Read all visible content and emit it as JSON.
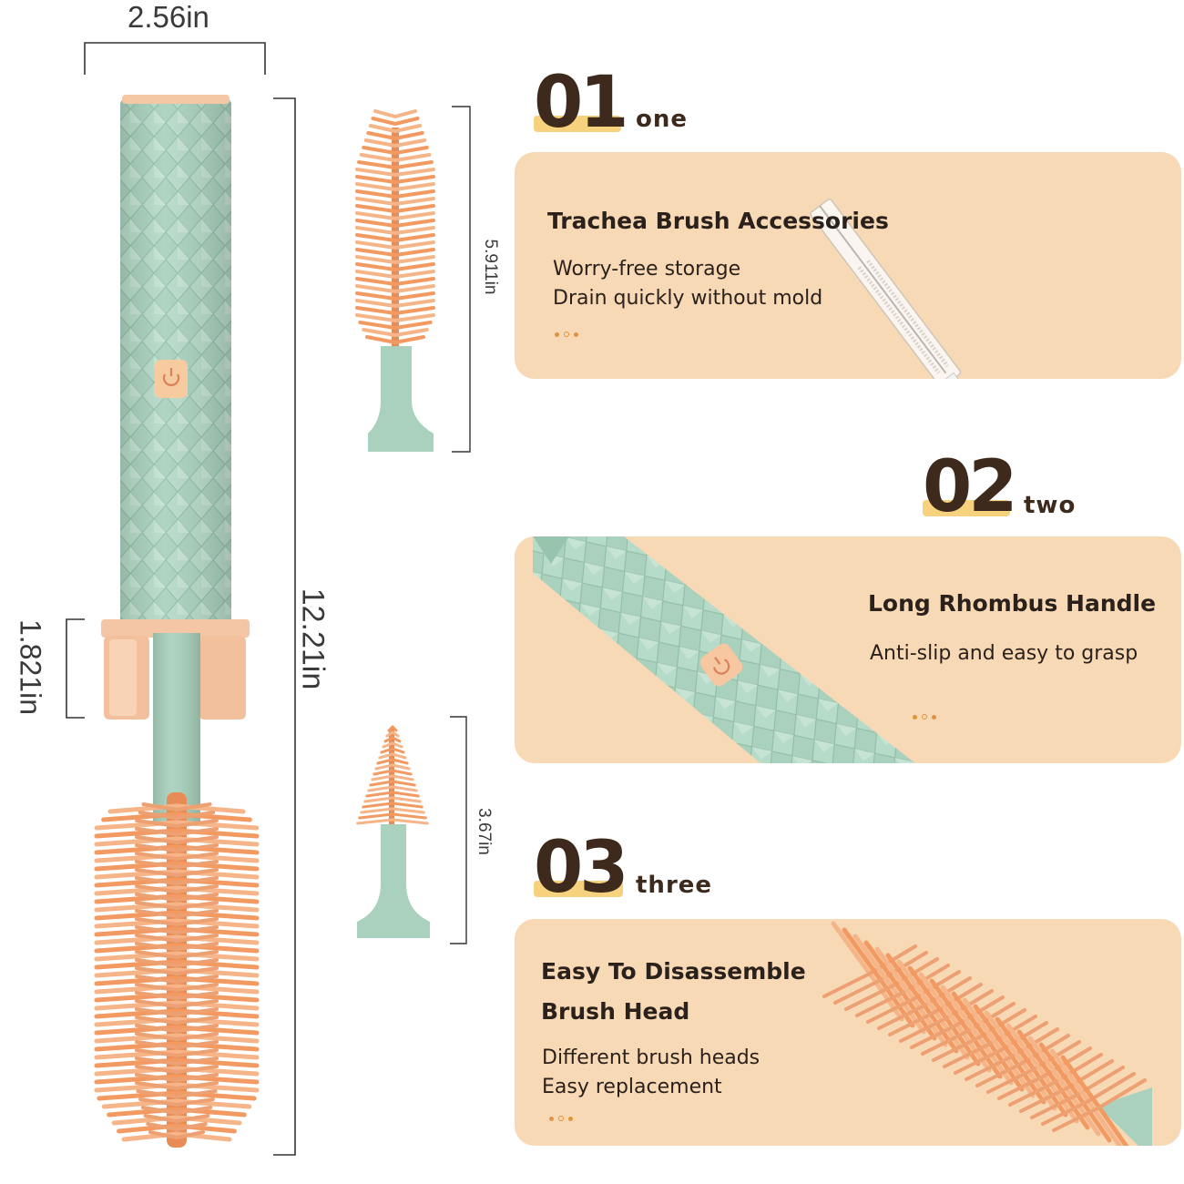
{
  "dimensions": {
    "width": "2.56in",
    "total_length": "12.21in",
    "clip_height": "1.821in",
    "brush_head_large": "5.911in",
    "brush_head_small": "3.67in"
  },
  "features": [
    {
      "number": "01",
      "word": "one",
      "title_lines": [
        "Trachea Brush Accessories"
      ],
      "desc_lines": [
        "Worry-free storage",
        "Drain quickly without mold"
      ]
    },
    {
      "number": "02",
      "word": "two",
      "title_lines": [
        "Long Rhombus Handle"
      ],
      "desc_lines": [
        "Anti-slip and easy to grasp"
      ]
    },
    {
      "number": "03",
      "word": "three",
      "title_lines": [
        "Easy To Disassemble",
        "Brush Head"
      ],
      "desc_lines": [
        "Different brush heads",
        "Easy replacement"
      ]
    }
  ],
  "colors": {
    "card_bg": "#f8d9b5",
    "handle_mint": "#a9d1bd",
    "bristle_orange": "#f29a62",
    "number_brown": "#3d2a1c",
    "number_highlight": "#f7d27e"
  },
  "icons": [
    "power-icon"
  ]
}
